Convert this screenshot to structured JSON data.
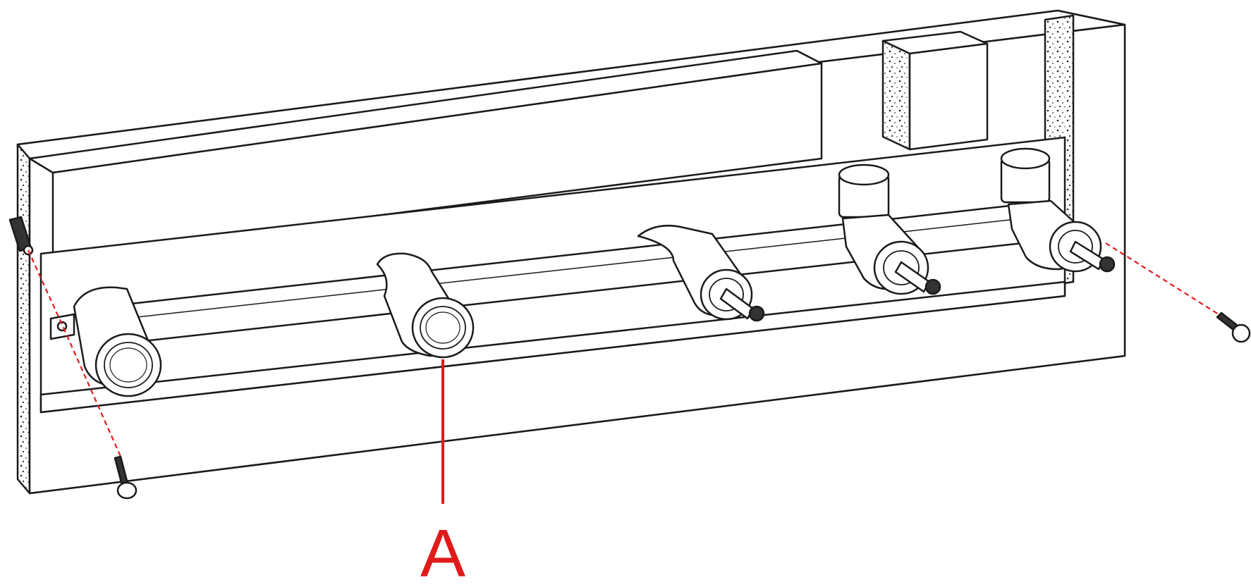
{
  "diagram": {
    "callout_label": "A",
    "colors": {
      "line": "#1a1a1a",
      "fill": "#ffffff",
      "callout": "#e01b1b",
      "speckle": "#222222"
    },
    "icons": {
      "fittings": [
        "threaded-outlet-elbow",
        "threaded-outlet-elbow",
        "valve-body-with-stem",
        "valve-body-with-stem-and-riser",
        "valve-body-with-stem-and-riser"
      ],
      "fasteners": [
        "wall-screw",
        "wall-screw"
      ],
      "wall": "mounting-board-with-insulation"
    }
  }
}
